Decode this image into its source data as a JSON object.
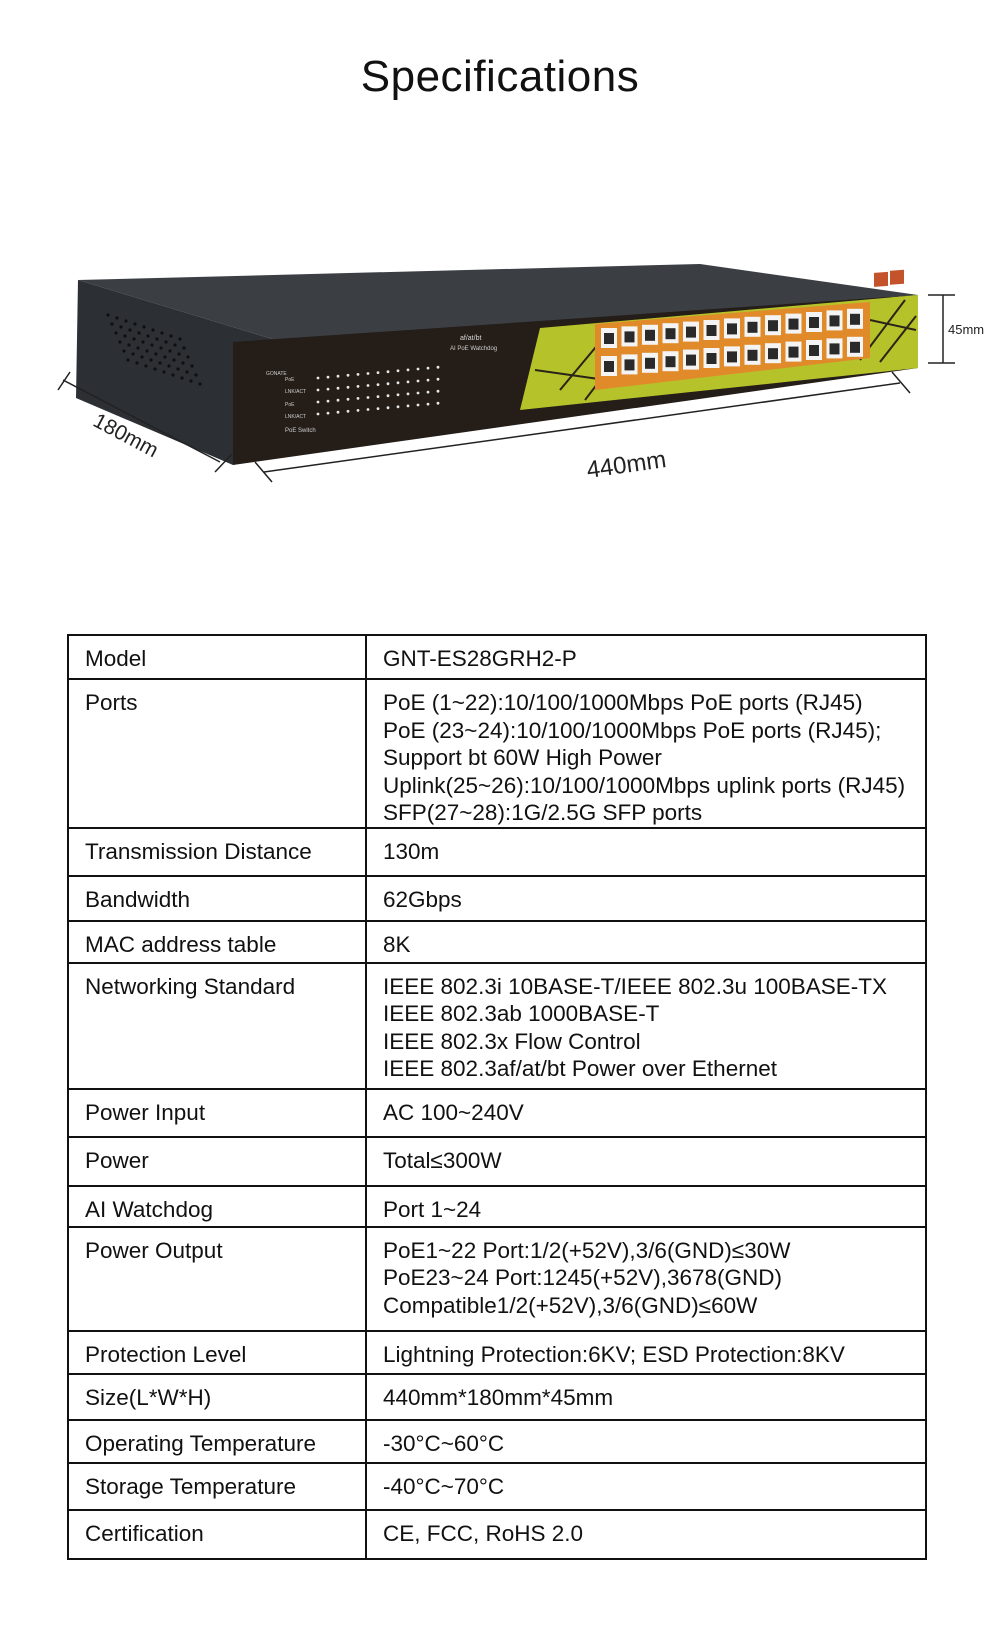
{
  "page_title": "Specifications",
  "dimensions": {
    "width": "440mm",
    "depth": "180mm",
    "height": "45mm"
  },
  "device_labels": {
    "standard": "af/at/bt",
    "feature": "AI PoE Watchdog",
    "brand": "GONATE",
    "poe": "PoE",
    "link_act": "LNK/ACT",
    "name": "PoE Switch"
  },
  "specs": [
    {
      "label": "Model",
      "lines": [
        "GNT-ES28GRH2-P"
      ]
    },
    {
      "label": "Ports",
      "lines": [
        "PoE (1~22):10/100/1000Mbps PoE ports (RJ45)",
        "PoE (23~24):10/100/1000Mbps PoE ports (RJ45);",
        "Support bt 60W High Power",
        "Uplink(25~26):10/100/1000Mbps uplink ports (RJ45)",
        "SFP(27~28):1G/2.5G SFP ports"
      ]
    },
    {
      "label": "Transmission Distance",
      "lines": [
        "130m"
      ]
    },
    {
      "label": "Bandwidth",
      "lines": [
        "62Gbps"
      ]
    },
    {
      "label": "MAC address table",
      "lines": [
        "8K"
      ]
    },
    {
      "label": "Networking Standard",
      "lines": [
        "IEEE 802.3i 10BASE-T/IEEE 802.3u 100BASE-TX",
        "IEEE 802.3ab 1000BASE-T",
        "IEEE 802.3x Flow Control",
        "IEEE 802.3af/at/bt Power over Ethernet"
      ]
    },
    {
      "label": "Power Input",
      "lines": [
        "AC 100~240V"
      ]
    },
    {
      "label": "Power",
      "lines": [
        "Total≤300W"
      ]
    },
    {
      "label": "AI Watchdog",
      "lines": [
        "Port 1~24"
      ]
    },
    {
      "label": "Power Output",
      "lines": [
        "PoE1~22 Port:1/2(+52V),3/6(GND)≤30W",
        "PoE23~24 Port:1245(+52V),3678(GND)",
        "Compatible1/2(+52V),3/6(GND)≤60W"
      ]
    },
    {
      "label": "Protection Level",
      "lines": [
        "Lightning Protection:6KV; ESD Protection:8KV"
      ]
    },
    {
      "label": "Size(L*W*H)",
      "lines": [
        "440mm*180mm*45mm"
      ]
    },
    {
      "label": "Operating Temperature",
      "lines": [
        "-30°C~60°C"
      ]
    },
    {
      "label": "Storage Temperature",
      "lines": [
        "-40°C~70°C"
      ]
    },
    {
      "label": "Certification",
      "lines": [
        "CE, FCC, RoHS 2.0"
      ]
    }
  ]
}
